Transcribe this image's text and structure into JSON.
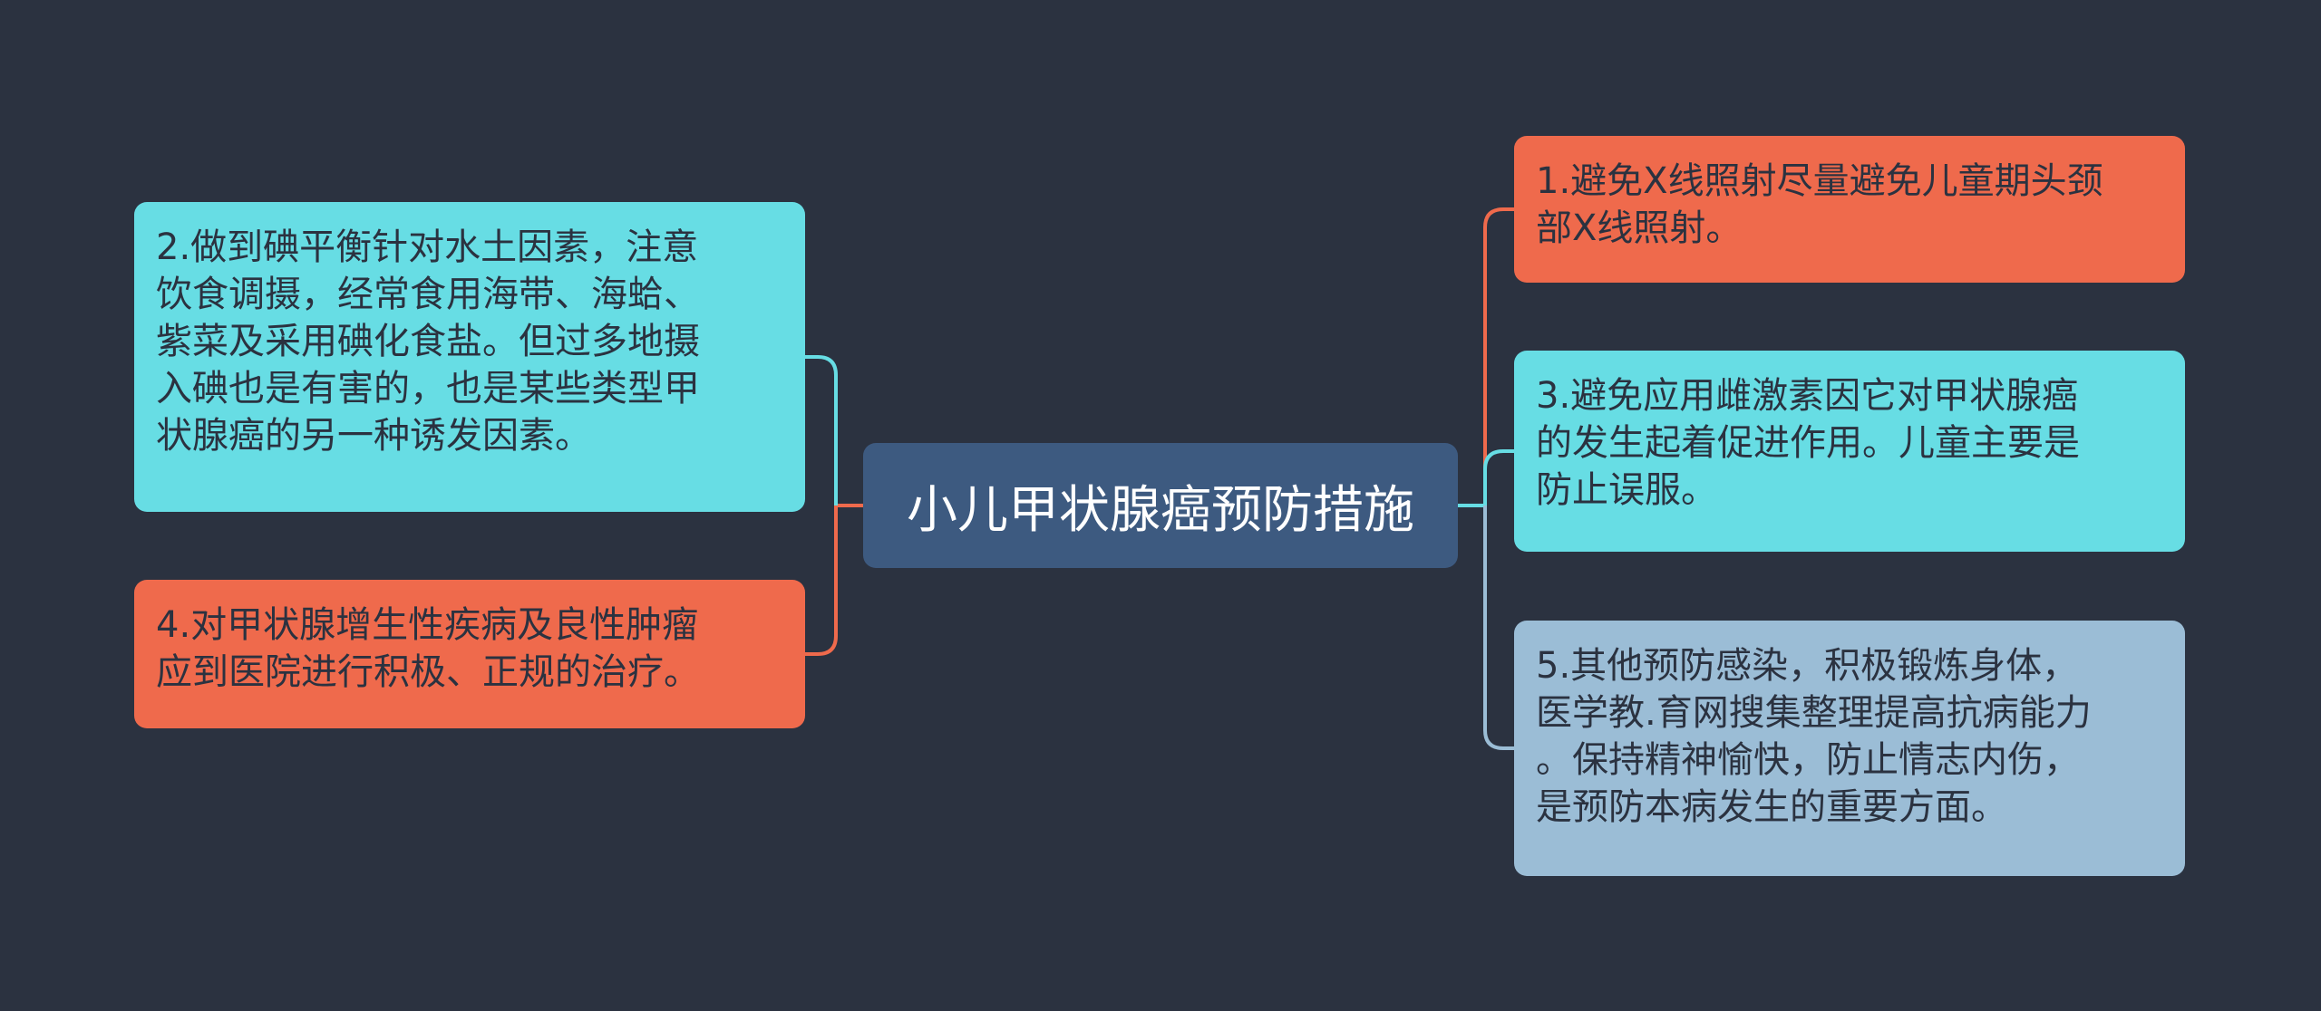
{
  "diagram": {
    "center": {
      "label": "小儿甲状腺癌预防措施"
    },
    "nodes": [
      {
        "id": "n1",
        "text": "1.避免X线照射尽量避免儿童期头颈\n部X线照射。",
        "color": "#ef6a4c"
      },
      {
        "id": "n2",
        "text": "2.做到碘平衡针对水土因素，注意\n饮食调摄，经常食用海带、海蛤、\n紫菜及采用碘化食盐。但过多地摄\n入碘也是有害的，也是某些类型甲\n状腺癌的另一种诱发因素。",
        "color": "#67dde4"
      },
      {
        "id": "n3",
        "text": "3.避免应用雌激素因它对甲状腺癌\n的发生起着促进作用。儿童主要是\n防止误服。",
        "color": "#67dde4"
      },
      {
        "id": "n4",
        "text": "4.对甲状腺增生性疾病及良性肿瘤\n应到医院进行积极、正规的治疗。",
        "color": "#ef6a4c"
      },
      {
        "id": "n5",
        "text": "5.其他预防感染，积极锻炼身体，\n医学教.育网搜集整理提高抗病能力\n。保持精神愉快，防止情志内伤，\n是预防本病发生的重要方面。",
        "color": "#9bbdd6"
      }
    ]
  }
}
